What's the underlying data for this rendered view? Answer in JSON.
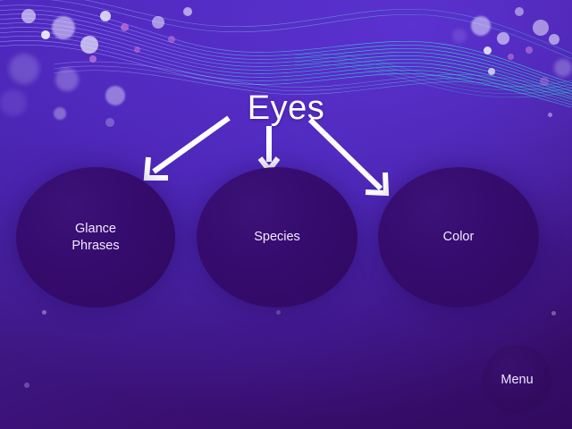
{
  "slide": {
    "title": "Eyes",
    "bubbles": [
      {
        "id": "glance-phrases",
        "line1": "Glance",
        "line2": "Phrases"
      },
      {
        "id": "species",
        "line1": "Species",
        "line2": ""
      },
      {
        "id": "color",
        "line1": "Color",
        "line2": ""
      }
    ],
    "menu_label": "Menu",
    "arrows": [
      {
        "name": "arrow-to-glance-phrases",
        "direction": "down-left"
      },
      {
        "name": "arrow-to-species",
        "direction": "down"
      },
      {
        "name": "arrow-to-color",
        "direction": "down-right"
      }
    ],
    "colors": {
      "background_top": "#4a2ac0",
      "background_bottom": "#310a5e",
      "bubble_fill": "#360b6e",
      "text": "#ffffff",
      "arrow": "#ffffff",
      "wave_accent": "#35d6d0",
      "wave_accent_2": "#8a6fe8"
    }
  }
}
